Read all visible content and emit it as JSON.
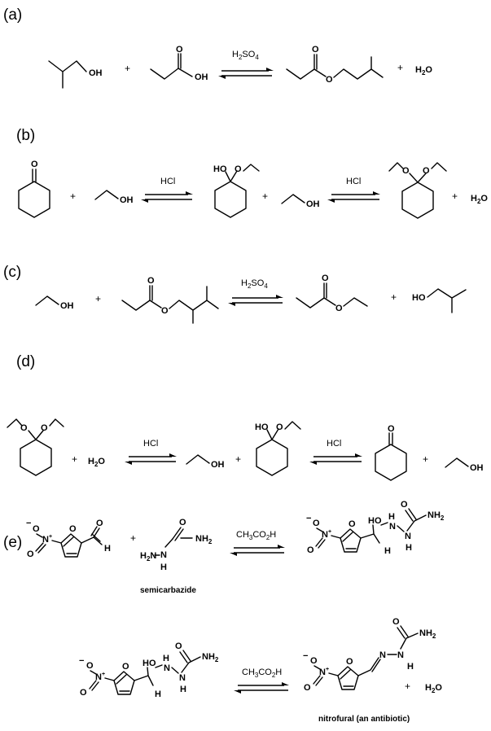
{
  "panels": [
    "(a)",
    "(b)",
    "(c)",
    "(d)",
    "(e)"
  ],
  "plus": "+",
  "hcl": "HCl",
  "h2so4": {
    "base": "H",
    "sub2": "2",
    "rest": "SO",
    "sub4": "4"
  },
  "acoh": {
    "part1": "CH",
    "sub3": "3",
    "part2": "CO",
    "sub2": "2",
    "part3": "H"
  },
  "atoms": {
    "OH": "OH",
    "HO": "HO",
    "O": "O",
    "H": "H",
    "N": "N",
    "NH2": "NH",
    "sub2": "2",
    "H2N": "H",
    "minus": "−",
    "plus_charge": "+"
  },
  "water": {
    "h": "H",
    "sub2": "2",
    "o": "O"
  },
  "captions": {
    "semicarbazide": "semicarbazide",
    "nitrofural": "nitrofural (an antibiotic)"
  }
}
